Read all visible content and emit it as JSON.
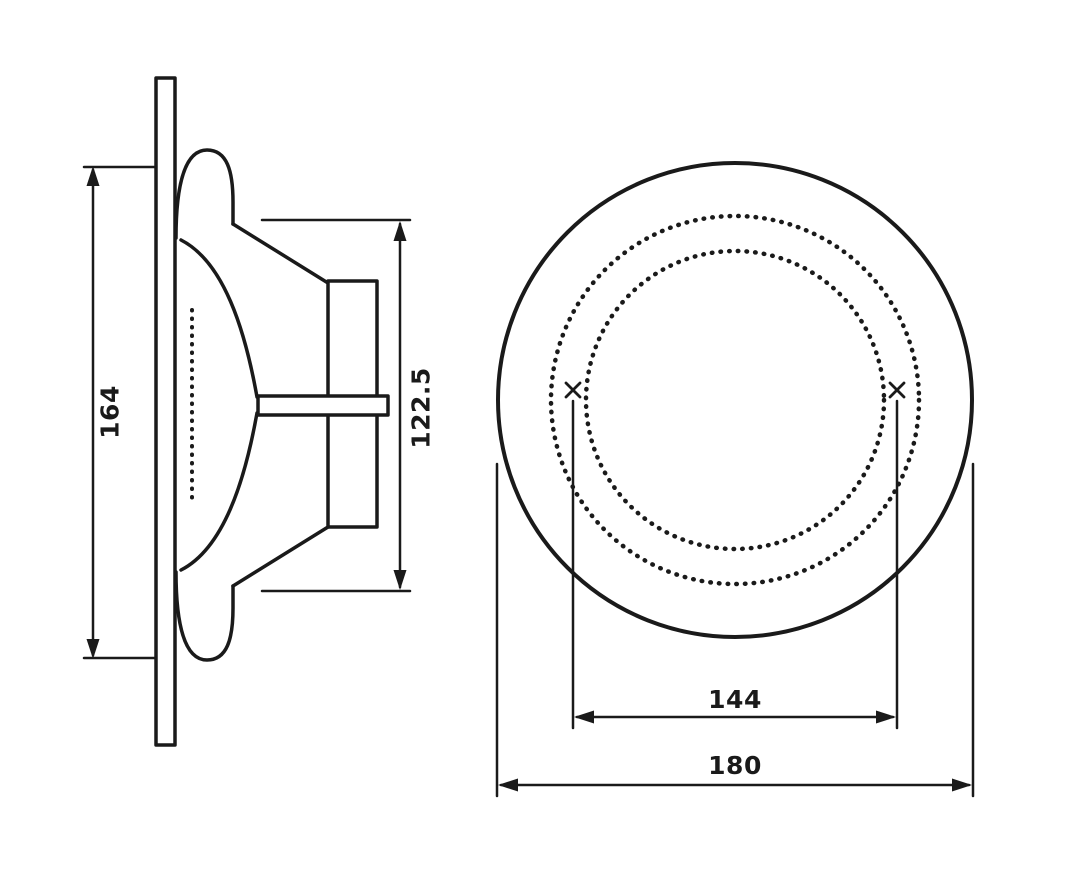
{
  "drawing": {
    "side_view": {
      "overall_height_label": "164",
      "cone_depth_label": "122.5"
    },
    "front_view": {
      "bolt_circle_label": "144",
      "overall_diameter_label": "180",
      "mount_hole_marks": 2
    },
    "colors": {
      "line": "#1a1a1a",
      "background": "#ffffff"
    }
  }
}
